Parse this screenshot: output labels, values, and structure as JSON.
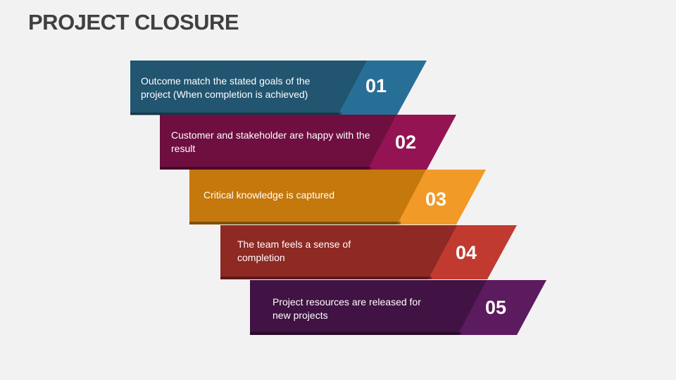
{
  "title": "PROJECT CLOSURE",
  "steps": [
    {
      "number": "01",
      "text": "Outcome match the stated goals of the project (When completion is achieved)",
      "dark": "#215570",
      "light": "#286f98"
    },
    {
      "number": "02",
      "text": "Customer and stakeholder are happy with the result",
      "dark": "#6e0f40",
      "light": "#941453"
    },
    {
      "number": "03",
      "text": "Critical knowledge is captured",
      "dark": "#c5780c",
      "light": "#f19a28"
    },
    {
      "number": "04",
      "text": "The team feels a sense of completion",
      "dark": "#8e2924",
      "light": "#c13a30"
    },
    {
      "number": "05",
      "text": "Project resources are released for new projects",
      "dark": "#401344",
      "light": "#5c1a5f"
    }
  ]
}
